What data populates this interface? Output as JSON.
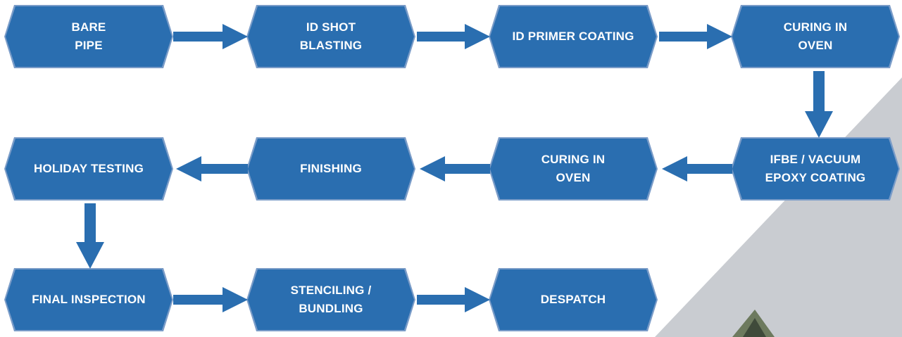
{
  "steps": [
    {
      "id": "bare-pipe",
      "label": "BARE\nPIPE"
    },
    {
      "id": "id-shot-blasting",
      "label": "ID SHOT\nBLASTING"
    },
    {
      "id": "id-primer-coating",
      "label": "ID PRIMER COATING"
    },
    {
      "id": "curing-in-oven-1",
      "label": "CURING IN\nOVEN"
    },
    {
      "id": "ifbe-vacuum-epoxy-coating",
      "label": "IFBE / VACUUM\nEPOXY COATING"
    },
    {
      "id": "curing-in-oven-2",
      "label": "CURING IN\nOVEN"
    },
    {
      "id": "finishing",
      "label": "FINISHING"
    },
    {
      "id": "holiday-testing",
      "label": "HOLIDAY TESTING"
    },
    {
      "id": "final-inspection",
      "label": "FINAL INSPECTION"
    },
    {
      "id": "stenciling-bundling",
      "label": "STENCILING /\nBUNDLING"
    },
    {
      "id": "despatch",
      "label": "DESPATCH"
    }
  ],
  "colors": {
    "box_fill": "#2a6eb0",
    "box_border": "#7a9cc8",
    "arrow": "#2a6eb0",
    "background_shape": "#c9ccd1"
  }
}
